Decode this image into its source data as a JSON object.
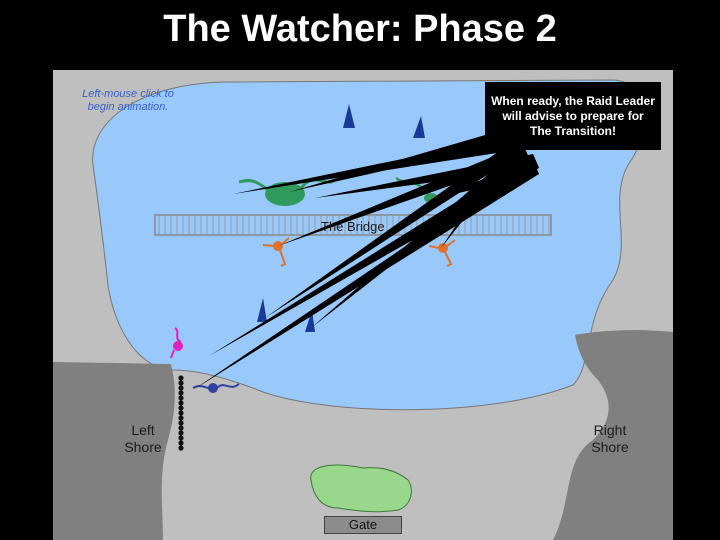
{
  "title": "The Watcher: Phase 2",
  "hint": "Left-mouse click to begin animation.",
  "tooltip": "When ready, the Raid Leader will advise to prepare for The Transition!",
  "labels": {
    "bridge": "The Bridge",
    "left_shore": "Left Shore",
    "right_shore": "Right Shore",
    "gate": "Gate"
  },
  "colors": {
    "water": "#99c9fb",
    "rock": "#bfbfbf",
    "cliff": "#808080",
    "boss": "#2f9a5c",
    "shark": "#1a3a9a",
    "adds": "#e0702a",
    "pink": "#e020c0",
    "beam": "#000000"
  }
}
